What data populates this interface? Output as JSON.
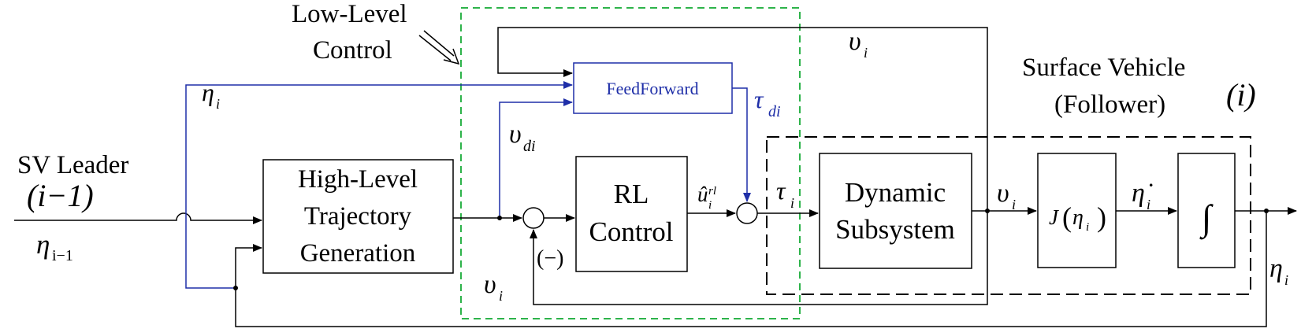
{
  "colors": {
    "black": "#000000",
    "blue": "#1f2fa8",
    "green_dashed": "#2db34a",
    "dashed_box": "#000000"
  },
  "labels": {
    "low_level_line1": "Low-Level",
    "low_level_line2": "Control",
    "sv_leader": "SV Leader",
    "leader_index": "(i−1)",
    "eta_prev": "η",
    "eta_prev_sub": "i−1",
    "surface_vehicle_line1": "Surface Vehicle",
    "surface_vehicle_line2": "(Follower)",
    "follower_index": "(i)",
    "eta": "η",
    "nu": "υ",
    "sub_i": "i",
    "sub_di": "di",
    "tau": "τ",
    "u_hat": "û",
    "u_sup": "rl",
    "minus": "(−)",
    "eta_dot": "η̇",
    "integral": "∫"
  },
  "blocks": {
    "trajectory_line1": "High-Level",
    "trajectory_line2": "Trajectory",
    "trajectory_line3": "Generation",
    "rl_line1": "RL",
    "rl_line2": "Control",
    "feedforward": "FeedForward",
    "dynamic_line1": "Dynamic",
    "dynamic_line2": "Subsystem",
    "jacobian_J": "J",
    "jacobian_paren_open": "(",
    "jacobian_paren_close": ")"
  }
}
